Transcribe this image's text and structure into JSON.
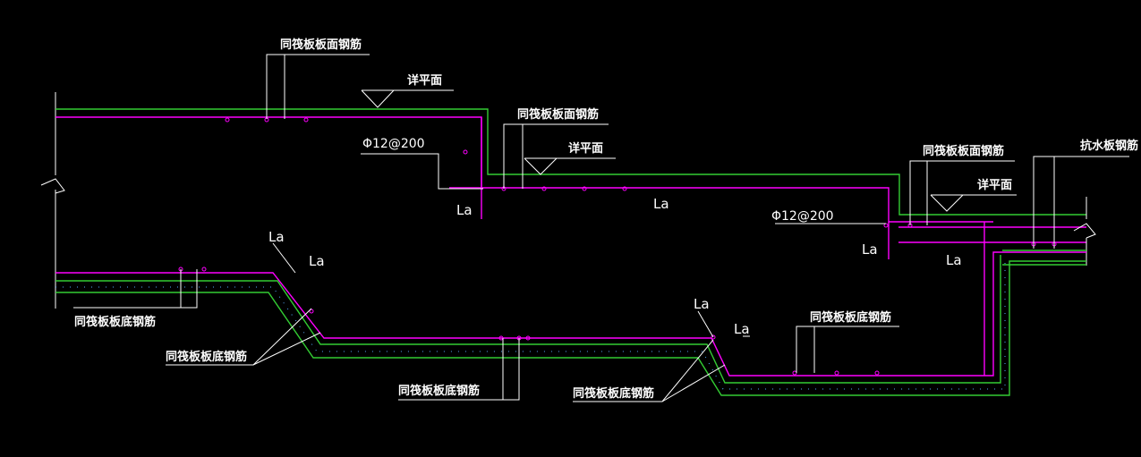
{
  "labels": {
    "top_rebar_1": "同筏板板面钢筋",
    "top_rebar_2": "同筏板板面钢筋",
    "top_rebar_3": "同筏板板面钢筋",
    "waterproof_rebar": "抗水板钢筋",
    "detail_plan_1": "详平面",
    "detail_plan_2": "详平面",
    "detail_plan_3": "详平面",
    "spec_1": "Φ12@200",
    "spec_2": "Φ12@200",
    "bottom_rebar_1": "同筏板板底钢筋",
    "bottom_rebar_2": "同筏板板底钢筋",
    "bottom_rebar_3": "同筏板板底钢筋",
    "bottom_rebar_4": "同筏板板底钢筋",
    "bottom_rebar_5": "同筏板板底钢筋",
    "la": "La"
  },
  "colors": {
    "background": "#000000",
    "annotation": "#ffffff",
    "rebar": "#ff00ff",
    "concrete": "#33cc33",
    "aggregate": "#55aaff"
  }
}
